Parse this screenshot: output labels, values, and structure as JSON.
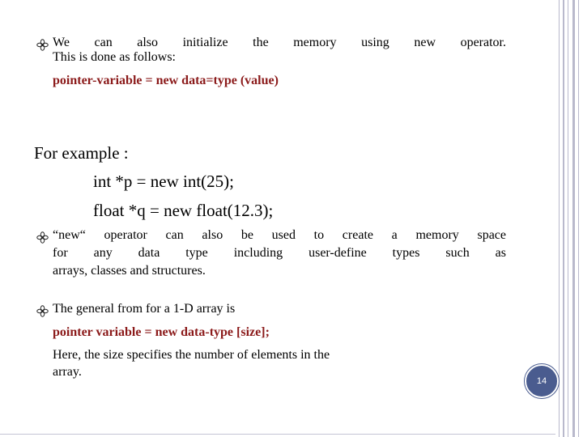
{
  "slide": {
    "bullet1": {
      "line1": "We can also initialize the memory using new operator.",
      "line2": "This is done as follows:",
      "syntax": "pointer-variable = new data=type (value)"
    },
    "example": {
      "heading": "For example :",
      "code1": "int *p = new int(25);",
      "code2": "float *q = new float(12.3);"
    },
    "bullet2": {
      "line1": "“new“ operator can also be used to create a memory space",
      "line2": "for any data type including user-define types such as",
      "line3": "arrays, classes and structures."
    },
    "bullet3": {
      "line1": "The general from for a 1-D array is",
      "syntax": "pointer variable = new data-type [size];",
      "line2": "Here, the size specifies the number of elements in the",
      "line3": "array."
    },
    "page_number": "14"
  },
  "colors": {
    "accent_red": "#8b1a1a",
    "badge_blue": "#4a5c8f",
    "frame_lines": "#b9b9cc"
  },
  "icons": {
    "bullet": "flower-bullet-icon"
  }
}
